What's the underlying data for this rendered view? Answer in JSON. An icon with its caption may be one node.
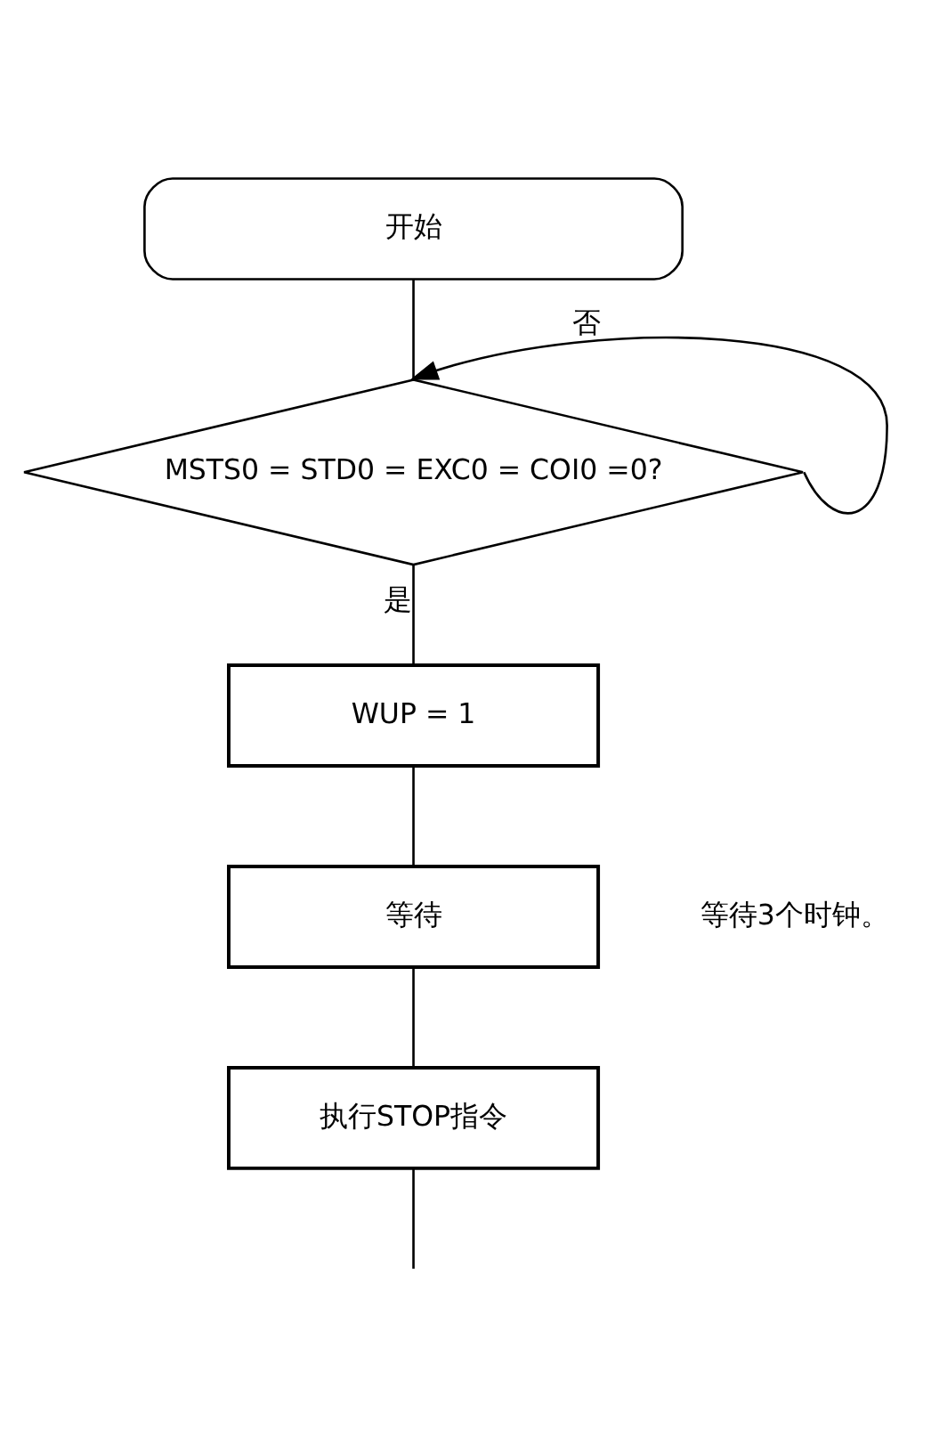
{
  "diagram": {
    "nodes": [
      {
        "text": [
          "开始"
        ]
      },
      {
        "text": [
          "MSTS0 = STD0 = EXC0 = COI0 =0?"
        ]
      },
      {
        "text": [
          "WUP = 1"
        ]
      },
      {
        "text": [
          "等待"
        ],
        "beside": [
          "等待3个时钟。"
        ]
      },
      {
        "text": [
          "执行STOP指令"
        ]
      }
    ],
    "edges": [
      {
        "from": 0,
        "to": 1,
        "arrow": "none"
      },
      {
        "from": 1,
        "to": 1,
        "label": "否",
        "arrow": "to"
      },
      {
        "from": 1,
        "to": 2,
        "label": "是",
        "arrow": "none"
      },
      {
        "from": 2,
        "to": 3,
        "arrow": "none"
      },
      {
        "from": 3,
        "to": 4,
        "arrow": "none"
      },
      {
        "from": 4,
        "to": null,
        "arrow": "none"
      }
    ]
  }
}
